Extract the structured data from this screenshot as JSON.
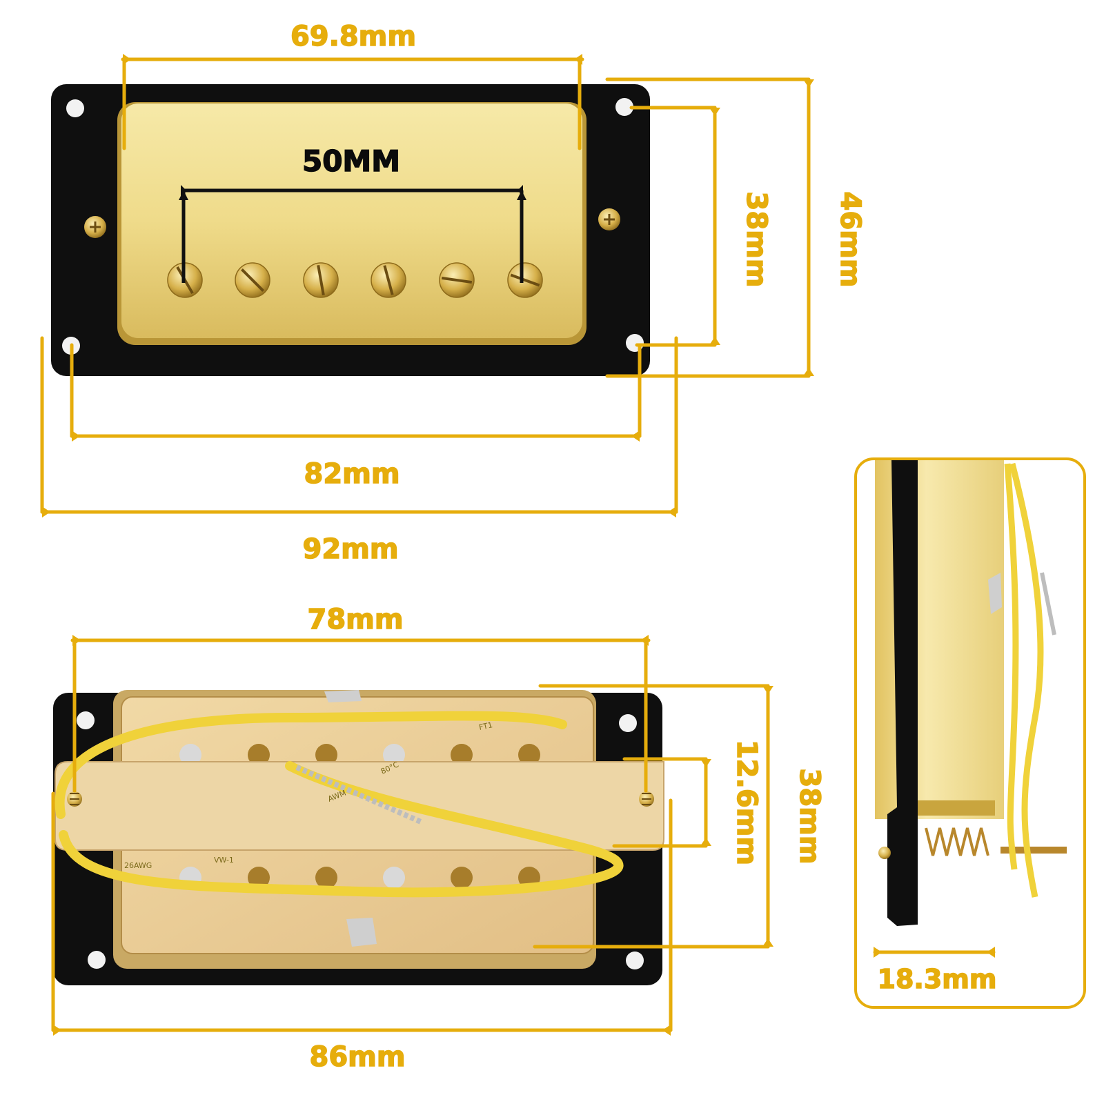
{
  "colors": {
    "dimension": "#e6ad0c",
    "baseplate": "#0f0f0f",
    "gold_cover": "#efdb8a",
    "gold_edge": "#c9a53e",
    "wire": "#f0d23a",
    "panel_border": "#e6ad0c"
  },
  "top_view": {
    "cover_width": "69.8mm",
    "pole_span": "50MM",
    "cover_height": "38mm",
    "frame_height": "46mm",
    "screw_spacing": "82mm",
    "frame_width": "92mm"
  },
  "bottom_view": {
    "pickup_width": "78mm",
    "bracket_height": "12.6mm",
    "pickup_height": "38mm",
    "frame_width": "86mm"
  },
  "side_view": {
    "depth": "18.3mm"
  },
  "wire_print": {
    "awm": "AWM",
    "gauge": "26AWG",
    "temp": "80°C",
    "rating": "VW-1",
    "ft": "FT1"
  },
  "icons": {
    "pole_screw": "slotted-screw-icon",
    "mount_screw": "phillips-screw-icon",
    "mount_hole": "hole-icon"
  }
}
